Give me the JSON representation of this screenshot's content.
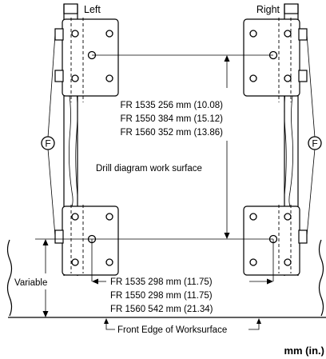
{
  "labels": {
    "left": "Left",
    "right": "Right",
    "fastener_left": "F",
    "fastener_right": "F",
    "vertical_dims": [
      "FR 1535 256 mm (10.08)",
      "FR 1550 384 mm (15.12)",
      "FR 1560 352 mm (13.86)"
    ],
    "drill_diagram": "Drill diagram work surface",
    "variable": "Variable",
    "horizontal_dims": [
      "FR 1535 298 mm (11.75)",
      "FR 1550 298 mm (11.75)",
      "FR 1560 542 mm (21.34)"
    ],
    "front_edge": "Front Edge of Worksurface",
    "units": "mm (in.)"
  }
}
